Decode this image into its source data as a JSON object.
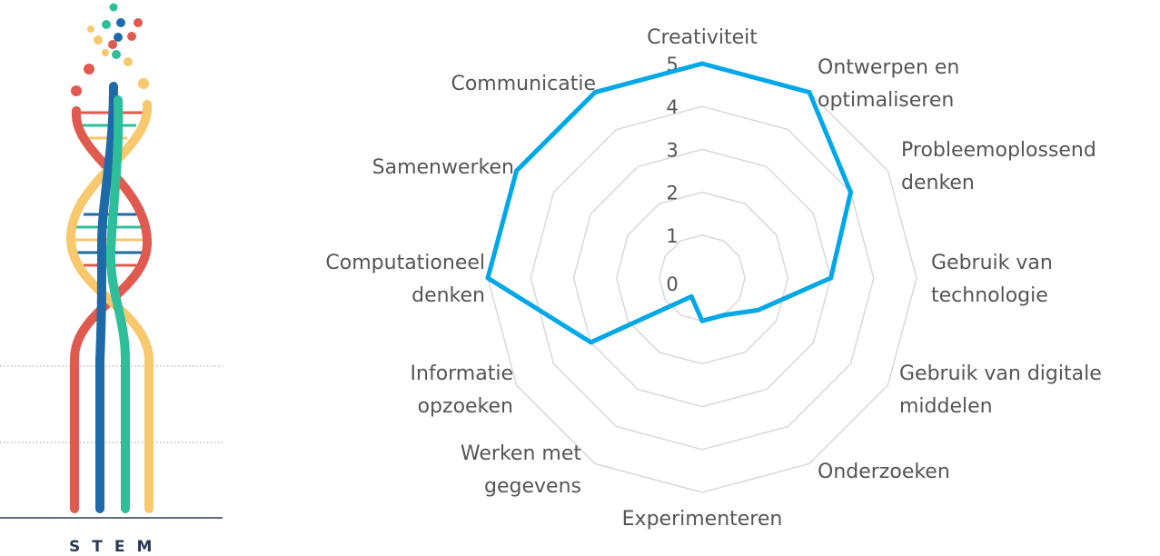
{
  "logo": {
    "text": "STEM"
  },
  "chart_data": {
    "type": "radar",
    "axes": [
      "Creativiteit",
      "Ontwerpen en optimaliseren",
      "Probleemoplossend denken",
      "Gebruik van technologie",
      "Gebruik van digitale middelen",
      "Onderzoeken",
      "Experimenteren",
      "Werken met gegevens",
      "Informatie opzoeken",
      "Computationeel denken",
      "Samenwerken",
      "Communicatie"
    ],
    "axis_label_lines": [
      [
        "Creativiteit"
      ],
      [
        "Ontwerpen en",
        "optimaliseren"
      ],
      [
        "Probleemoplossend",
        "denken"
      ],
      [
        "Gebruik van",
        "technologie"
      ],
      [
        "Gebruik van digitale",
        "middelen"
      ],
      [
        "Onderzoeken"
      ],
      [
        "Experimenteren"
      ],
      [
        "Werken met",
        "gegevens"
      ],
      [
        "Informatie",
        "opzoeken"
      ],
      [
        "Computationeel",
        "denken"
      ],
      [
        "Samenwerken"
      ],
      [
        "Communicatie"
      ]
    ],
    "ticks": [
      "0",
      "1",
      "2",
      "3",
      "4",
      "5"
    ],
    "range": [
      0,
      5
    ],
    "series": [
      {
        "values": [
          5,
          5,
          4,
          3,
          1.5,
          1,
          1,
          0.5,
          3,
          5,
          5,
          5
        ]
      }
    ],
    "colors": {
      "series": "#00a8e8",
      "grid": "#d9d9d9",
      "text": "#555555"
    },
    "grid": true
  }
}
